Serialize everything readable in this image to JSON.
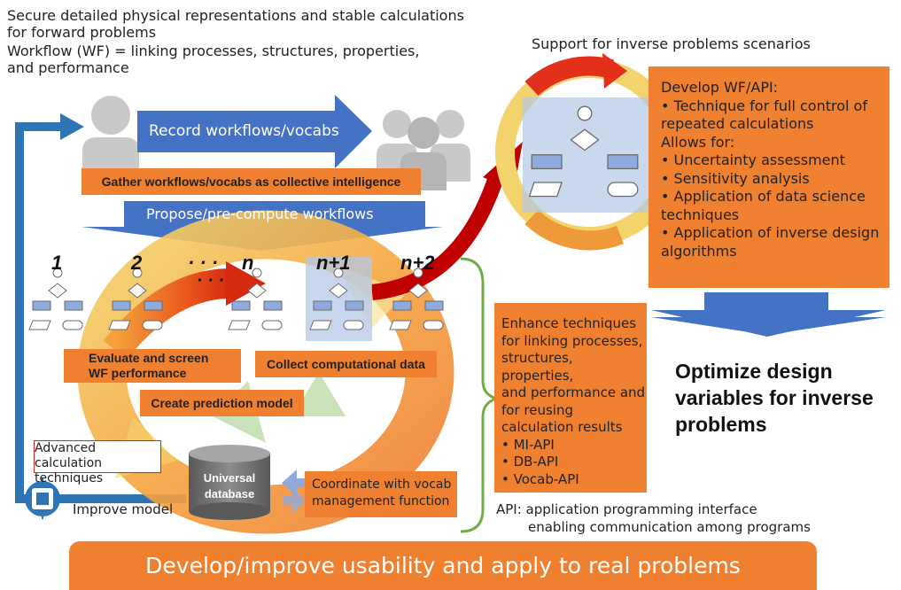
{
  "header": {
    "line1": "Secure detailed physical representations and stable calculations",
    "line2": "for forward problems",
    "line3": "Workflow (WF) = linking processes, structures, properties,",
    "line4": "and performance"
  },
  "inverse_title": "Support for inverse problems scenarios",
  "record_arrow": "Record workflows/vocabs",
  "gather_box": "Gather workflows/vocabs as collective intelligence",
  "propose_arrow": "Propose/pre-compute workflows",
  "workflow_numbers": [
    "1",
    "2",
    "n",
    "n+1",
    "n+2"
  ],
  "ellipsis": "· · ·",
  "evaluate_box": [
    "Evaluate and screen",
    "WF performance"
  ],
  "collect_box": "Collect computational data",
  "prediction_box": "Create prediction model",
  "advanced_label": [
    "Advanced calculation",
    "techniques"
  ],
  "database_label": [
    "Universal",
    "database"
  ],
  "coordinate_box": [
    "Coordinate with vocab",
    "management function"
  ],
  "improve_label": "Improve model",
  "develop_box": {
    "lines": [
      "Develop WF/API:",
      "• Technique for full control of",
      "repeated calculations",
      "Allows for:",
      "• Uncertainty assessment",
      "• Sensitivity analysis",
      "• Application of data science",
      "techniques",
      "• Application of inverse design",
      "algorithms"
    ]
  },
  "enhance_box": {
    "lines": [
      "Enhance techniques",
      "for linking processes,",
      "structures, properties,",
      "and performance and",
      "for reusing",
      "calculation results",
      "• MI-API",
      "• DB-API",
      "• Vocab-API"
    ]
  },
  "optimize_text": [
    "Optimize design",
    "variables for inverse",
    "problems"
  ],
  "api_note": [
    "API: application programming interface",
    "enabling communication among programs"
  ],
  "bottom_banner": "Develop/improve usability and apply to real problems",
  "colors": {
    "orange": "#ee8030",
    "blue": "#4472c4",
    "dark_blue": "#2e75b6",
    "red": "#c00000",
    "green": "#70ad47",
    "person_gray": "#c9c9c9"
  },
  "icons": [
    "person-icon",
    "group-icon",
    "flowchart-icon",
    "database-icon",
    "chip-icon",
    "double-arrow-icon"
  ]
}
